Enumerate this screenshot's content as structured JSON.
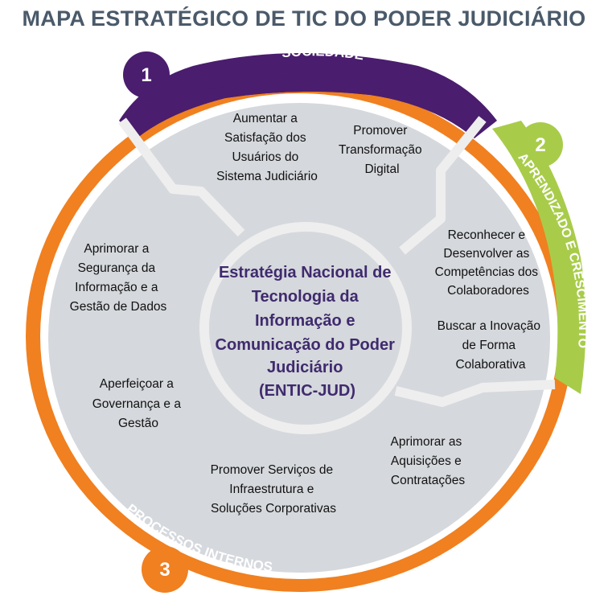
{
  "title": "MAPA ESTRATÉGICO DE TIC DO PODER JUDICIÁRIO",
  "colors": {
    "title": "#4a5a6a",
    "sociedade": "#4a1d6e",
    "aprendizado": "#a8cc4a",
    "processos": "#f08020",
    "background_circle": "#d5d8dc",
    "divider": "#eeeeee",
    "center_text": "#3f2a6e"
  },
  "perspectives": {
    "sociedade": {
      "number": "1",
      "label": "SOCIEDADE"
    },
    "aprendizado": {
      "number": "2",
      "label": "APRENDIZADO E CRESCIMENTO"
    },
    "processos": {
      "number": "3",
      "label": "PROCESSOS INTERNOS"
    }
  },
  "center": {
    "lines": [
      "Estratégia Nacional de",
      "Tecnologia da",
      "Informação e",
      "Comunicação do Poder",
      "Judiciário",
      "(ENTIC-JUD)"
    ]
  },
  "objectives": {
    "satisfacao": [
      "Aumentar a",
      "Satisfação dos",
      "Usuários do",
      "Sistema Judiciário"
    ],
    "transformacao": [
      "Promover",
      "Transformação",
      "Digital"
    ],
    "competencias": [
      "Reconhecer e",
      "Desenvolver as",
      "Competências dos",
      "Colaboradores"
    ],
    "inovacao": [
      "Buscar a Inovação",
      "de Forma",
      "Colaborativa"
    ],
    "aquisicoes": [
      "Aprimorar as",
      "Aquisições e",
      "Contratações"
    ],
    "infraestrutura": [
      "Promover Serviços de",
      "Infraestrutura e",
      "Soluções Corporativas"
    ],
    "governanca": [
      "Aperfeiçoar a",
      "Governança e a",
      "Gestão"
    ],
    "seguranca": [
      "Aprimorar a",
      "Segurança da",
      "Informação e a",
      "Gestão de Dados"
    ]
  }
}
